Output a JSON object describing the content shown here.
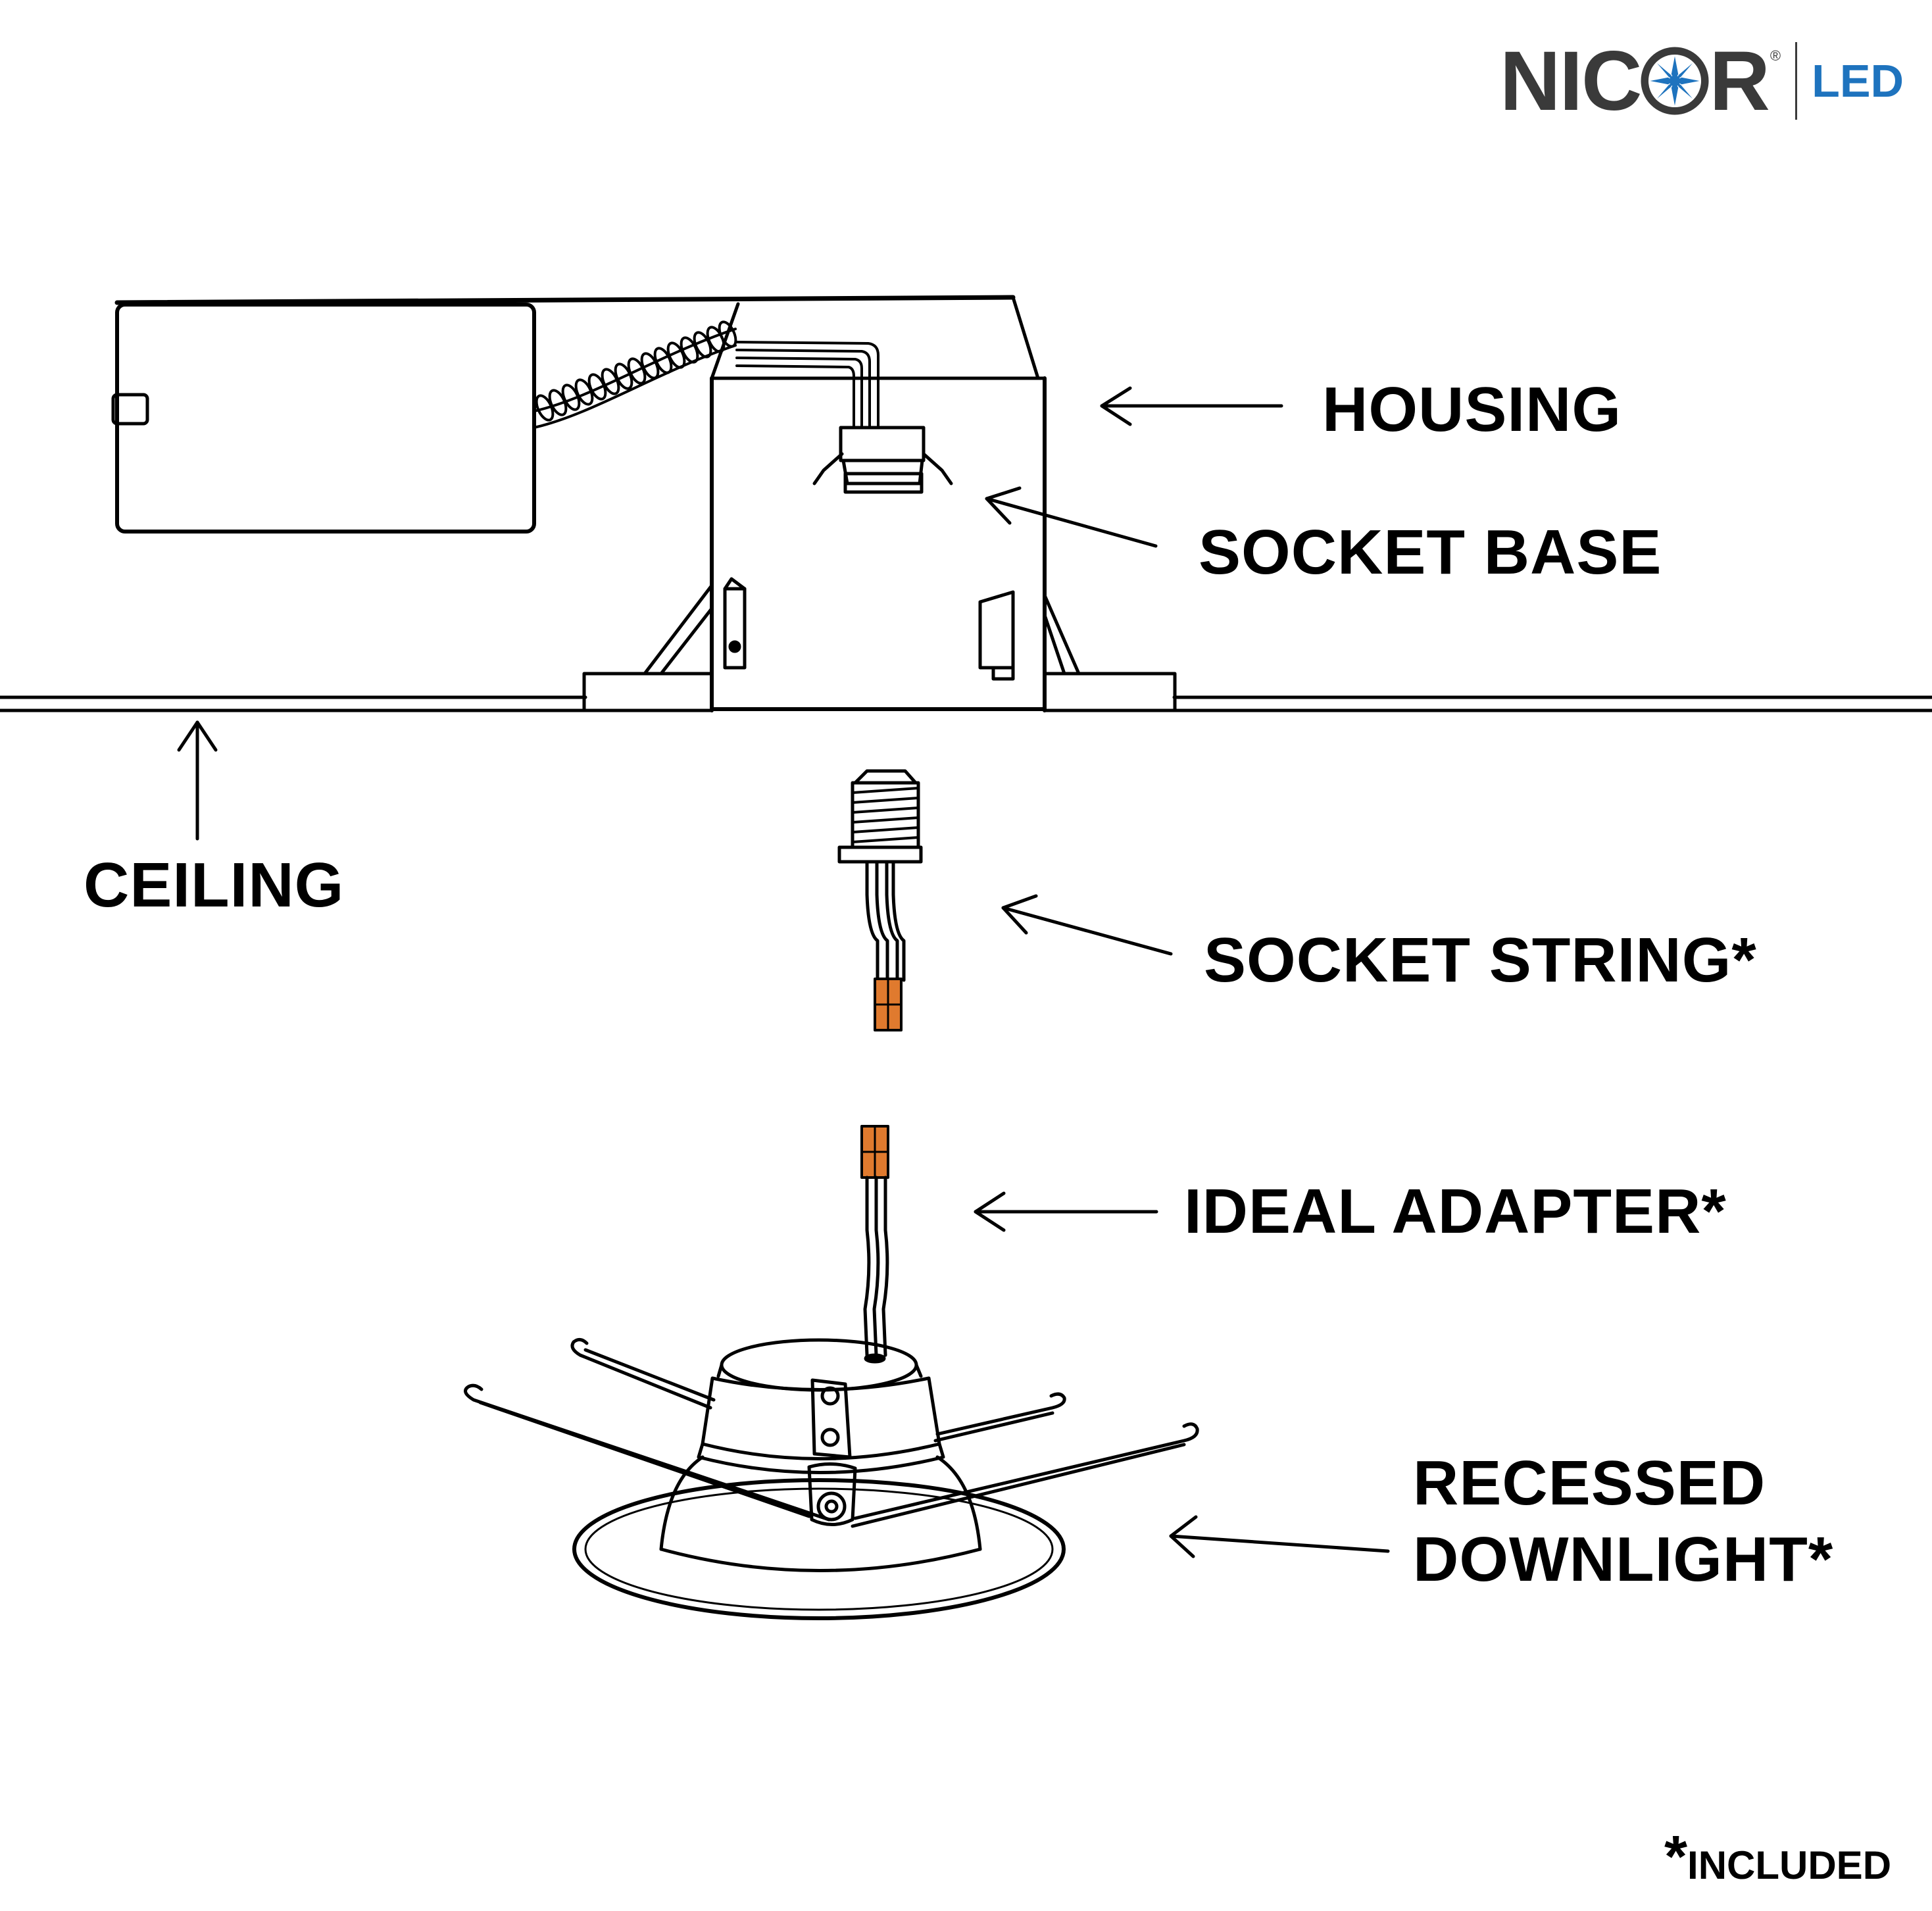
{
  "logo": {
    "brand_left": "NIC",
    "brand_right": "R",
    "registered": "®",
    "product_line": "LED",
    "brand_text_color": "#3a3a3a",
    "accent_color": "#1e73be"
  },
  "labels": {
    "housing": "HOUSING",
    "socket_base": "SOCKET BASE",
    "ceiling": "CEILING",
    "socket_string": "SOCKET STRING*",
    "ideal_adapter": "IDEAL ADAPTER*",
    "recessed_line1": "RECESSED",
    "recessed_line2": "DOWNLIGHT*"
  },
  "footnote": {
    "star": "*",
    "text": "INCLUDED"
  },
  "colors": {
    "line": "#000000",
    "connector": "#e07a2e"
  }
}
